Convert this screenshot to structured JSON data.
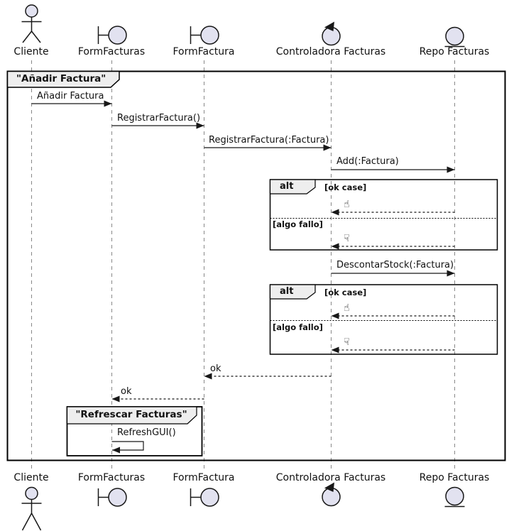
{
  "diagram": {
    "title": "\"Añadir Factura\"",
    "participants": [
      {
        "name": "Cliente",
        "type": "actor"
      },
      {
        "name": "FormFacturas",
        "type": "boundary"
      },
      {
        "name": "FormFactura",
        "type": "boundary"
      },
      {
        "name": "Controladora Facturas",
        "type": "control"
      },
      {
        "name": "Repo Facturas",
        "type": "entity"
      }
    ],
    "messages": [
      {
        "label": "Añadir Factura",
        "from": "Cliente",
        "to": "FormFacturas",
        "style": "solid"
      },
      {
        "label": "RegistrarFactura()",
        "from": "FormFacturas",
        "to": "FormFactura",
        "style": "solid"
      },
      {
        "label": "RegistrarFactura(:Factura)",
        "from": "FormFactura",
        "to": "Controladora Facturas",
        "style": "solid"
      },
      {
        "label": "Add(:Factura)",
        "from": "Controladora Facturas",
        "to": "Repo Facturas",
        "style": "solid"
      },
      {
        "label": "DescontarStock(:Factura)",
        "from": "Controladora Facturas",
        "to": "Repo Facturas",
        "style": "solid"
      },
      {
        "label": "ok",
        "from": "Controladora Facturas",
        "to": "FormFactura",
        "style": "dashed-return"
      },
      {
        "label": "ok",
        "from": "FormFactura",
        "to": "FormFacturas",
        "style": "dashed-return"
      },
      {
        "label": "RefreshGUI()",
        "from": "FormFacturas",
        "to": "FormFacturas",
        "style": "self"
      }
    ],
    "alt1": {
      "operator": "alt",
      "guard_ok": "[ok case]",
      "guard_fail": "[algo fallo]",
      "thumb_up": "☝",
      "thumb_down": "☟"
    },
    "alt2": {
      "operator": "alt",
      "guard_ok": "[ok case]",
      "guard_fail": "[algo fallo]",
      "thumb_up": "☝",
      "thumb_down": "☟"
    },
    "inner_frame_title": "\"Refrescar Facturas\"",
    "colors": {
      "participant_fill": "#E2E2F0",
      "frame_tab_bg": "#EEEEEE",
      "line": "#181818",
      "lifeline": "#888888"
    }
  }
}
